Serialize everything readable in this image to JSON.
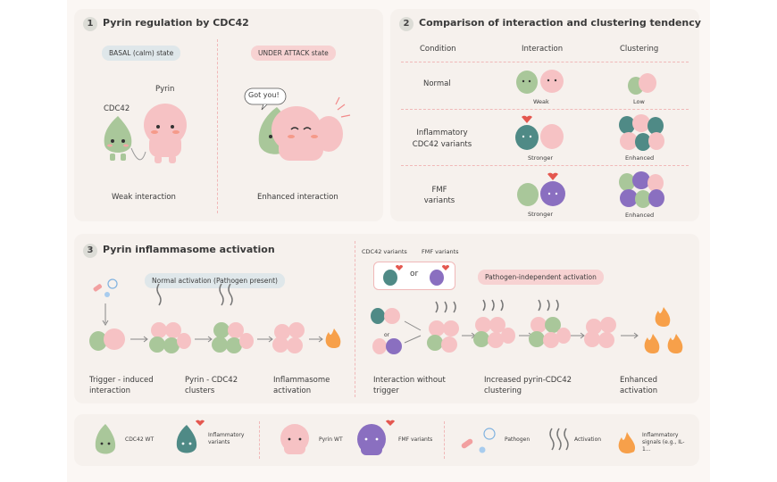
{
  "panel1": {
    "number": "1",
    "title": "Pyrin regulation by CDC42",
    "basal_pill": "BASAL (calm) state",
    "attack_pill": "UNDER ATTACK state",
    "pyrin_label": "Pyrin",
    "cdc42_label": "CDC42",
    "speech": "Got you!",
    "weak_caption": "Weak interaction",
    "enhanced_caption": "Enhanced interaction"
  },
  "panel2": {
    "number": "2",
    "title": "Comparison of interaction and clustering tendency",
    "headers": [
      "Condition",
      "Interaction",
      "Clustering"
    ],
    "rows": [
      {
        "condition": "Normal",
        "interaction": "Weak",
        "clustering": "Low"
      },
      {
        "condition": "Inflammatory CDC42 variants",
        "interaction": "Stronger",
        "clustering": "Enhanced"
      },
      {
        "condition": "FMF variants",
        "interaction": "Stronger",
        "clustering": "Enhanced"
      }
    ]
  },
  "panel3": {
    "number": "3",
    "title": "Pyrin inflammasome activation",
    "normal_pill": "Normal activation (Pathogen present)",
    "cdc42_variants_label": "CDC42 variants",
    "fmf_variants_label": "FMF variants",
    "or_label": "or",
    "or_small": "or",
    "independent_pill": "Pathogen-independent activation",
    "captions": [
      "Trigger - induced interaction",
      "Pyrin - CDC42 clusters",
      "Inflammasome activation",
      "Interaction without trigger",
      "Increased pyrin-CDC42 clustering",
      "Enhanced activation"
    ]
  },
  "legend": {
    "cdc42_wt": "CDC42 WT",
    "inflammatory_variants": "Inflammatory variants",
    "pyrin_wt": "Pyrin WT",
    "fmf_variants": "FMF variants",
    "pathogen": "Pathogen",
    "activation": "Activation",
    "inflammatory_signals": "Inflammatory signals (e.g., IL-1..."
  },
  "colors": {
    "cdc42_green": "#a9c79a",
    "pyrin_pink": "#f6c2c4",
    "variant_teal": "#4f8a86",
    "fmf_purple": "#8a6fc0",
    "flame": "#f7a04a",
    "pill_blue": "#dfe7ea",
    "pill_pink": "#f7d2d2",
    "dash": "#f0b8b8"
  }
}
